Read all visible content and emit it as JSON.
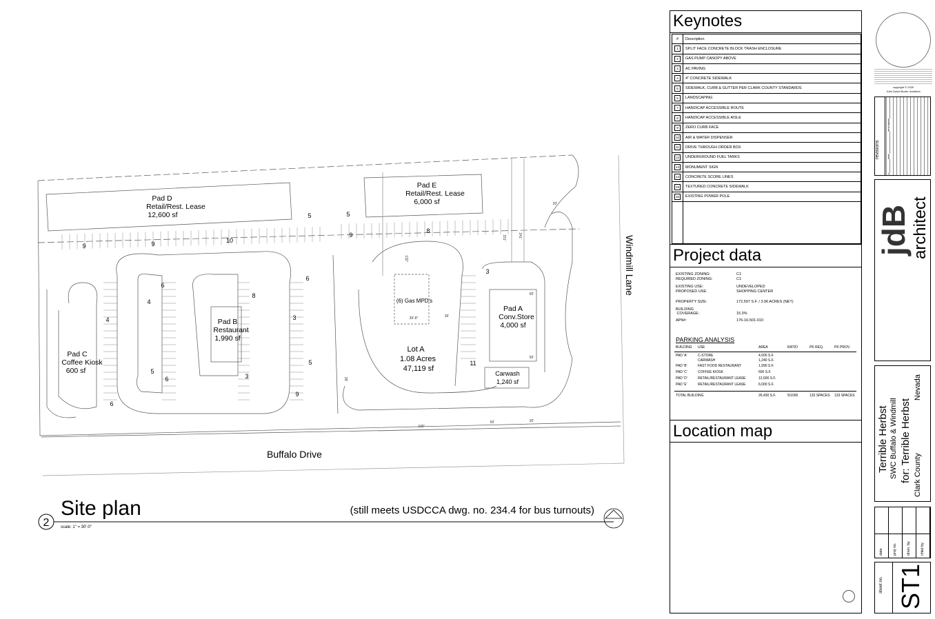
{
  "site_plan": {
    "title": "Site plan",
    "number": "2",
    "scale": "scale:  1\" = 30'-0\"",
    "note": "(still meets USDCCA dwg. no. 234.4 for bus turnouts)",
    "streets": {
      "south": "Buffalo Drive",
      "east": "Windmill Lane"
    },
    "pads": {
      "pad_d": {
        "name": "Pad D",
        "use": "Retail/Rest. Lease",
        "area": "12,600 sf"
      },
      "pad_e": {
        "name": "Pad E",
        "use": "Retail/Rest. Lease",
        "area": "6,000 sf"
      },
      "pad_b": {
        "name": "Pad B",
        "use": "Restaurant",
        "area": "1,990 sf"
      },
      "pad_c": {
        "name": "Pad C",
        "use": "Coffee Kiosk",
        "area": "600 sf"
      },
      "pad_a": {
        "name": "Pad A",
        "use": "Conv.Store",
        "area": "4,000 sf"
      },
      "carwash": {
        "name": "Carwash",
        "area": "1,240 sf"
      },
      "lot_a": {
        "name": "Lot A",
        "acres": "1.08 Acres",
        "area": "47,119 sf"
      },
      "gas": "(6) Gas MPD's"
    },
    "parking_counts": [
      "9",
      "9",
      "10",
      "5",
      "5",
      "9",
      "8",
      "6",
      "4",
      "4",
      "8",
      "6",
      "3",
      "5",
      "6",
      "3",
      "5",
      "9",
      "6",
      "3",
      "11"
    ],
    "dimensions": [
      "20'",
      "241'",
      "151'",
      "132'",
      "36'",
      "39'-8\"",
      "28'",
      "100'",
      "60'",
      "30'",
      "60'",
      "50'"
    ]
  },
  "keynotes": {
    "title": "Keynotes",
    "col_num": "#",
    "col_desc": "Description",
    "items": [
      "SPLIT FACE CONCRETE BLOCK TRASH ENCLOSURE",
      "GAS PUMP CANOPY ABOVE",
      "AC PAVING",
      "4\" CONCRETE SIDEWALK",
      "SIDEWALK, CURB & GUTTER PER CLARK COUNTY STANDARDS",
      "LANDSCAPING",
      "HANDICAP ACCESSIBLE ROUTE",
      "HANDICAP ACCESSIBLE AISLE",
      "ZERO CURB FACE",
      "AIR & WATER DISPENSER",
      "DRIVE THROUGH ORDER BOX",
      "UNDERGROUND FUEL TANKS",
      "MONUMENT SIGN",
      "CONCRETE SCORE LINES",
      "TEXTURED CONCRETE SIDEWALK",
      "EXISTING POWER POLE"
    ]
  },
  "project_data": {
    "title": "Project data",
    "fields": [
      {
        "label": "EXISTING ZONING:",
        "value": "C1"
      },
      {
        "label": "REQUIRED ZONING:",
        "value": "C1"
      },
      {
        "label": "EXISTING USE:",
        "value": "UNDEVELOPED"
      },
      {
        "label": "PROPOSED USE:",
        "value": "SHOPPING CENTER"
      },
      {
        "label": "PROPERTY SIZE:",
        "value": "172,597 S.F. / 3.96 ACRES (NET)"
      },
      {
        "label": "BUILDING\n COVERAGE:",
        "value": "15.3%"
      },
      {
        "label": "APN#:",
        "value": "176-16-501-010"
      }
    ],
    "parking": {
      "title": "PARKING ANALYSIS",
      "headers": [
        "BUILDING",
        "USE",
        "AREA",
        "RATIO",
        "PK REQ.",
        "PK PROV."
      ],
      "rows": [
        [
          "PAD 'A'",
          "C-STORE",
          "4,000 S.F."
        ],
        [
          "",
          "CARWASH",
          "1,240 S.F."
        ],
        [
          "PAD 'B'",
          "FAST FOOD RESTAURANT",
          "1,990 S.F."
        ],
        [
          "PAD 'C'",
          "COFFEE KIOSK",
          "600 S.F."
        ],
        [
          "PAD 'D'",
          "RETAIL/RESTAURANT LEASE",
          "12,600 S.F."
        ],
        [
          "PAD 'E'",
          "RETAIL/RESTAURANT LEASE",
          "6,000 S.F."
        ]
      ],
      "total": [
        "TOTAL BUILDING",
        "",
        "26,430 S.F.",
        "5/1000",
        "133 SPACES",
        "133 SPACES"
      ]
    }
  },
  "location_map": {
    "title": "Location map"
  },
  "title_block": {
    "copyright": "copyright © 2020",
    "architect_name": "John David Burke, Architect",
    "revisions_label": "revisions",
    "rev_cols": [
      "#",
      "date",
      "description"
    ],
    "logo": {
      "mark": "jdB",
      "word": "architect"
    },
    "project": {
      "name": "Terrible Herbst",
      "location": "SWC Buffalo & Windmill",
      "client": "for:  Terrible Herbst",
      "county": "Clark County",
      "state": "Nevada"
    },
    "info_labels": [
      "date",
      "proj no.",
      "drwn. by",
      "chkd by"
    ],
    "sheet_label": "sheet no.",
    "sheet_no": "ST1"
  }
}
